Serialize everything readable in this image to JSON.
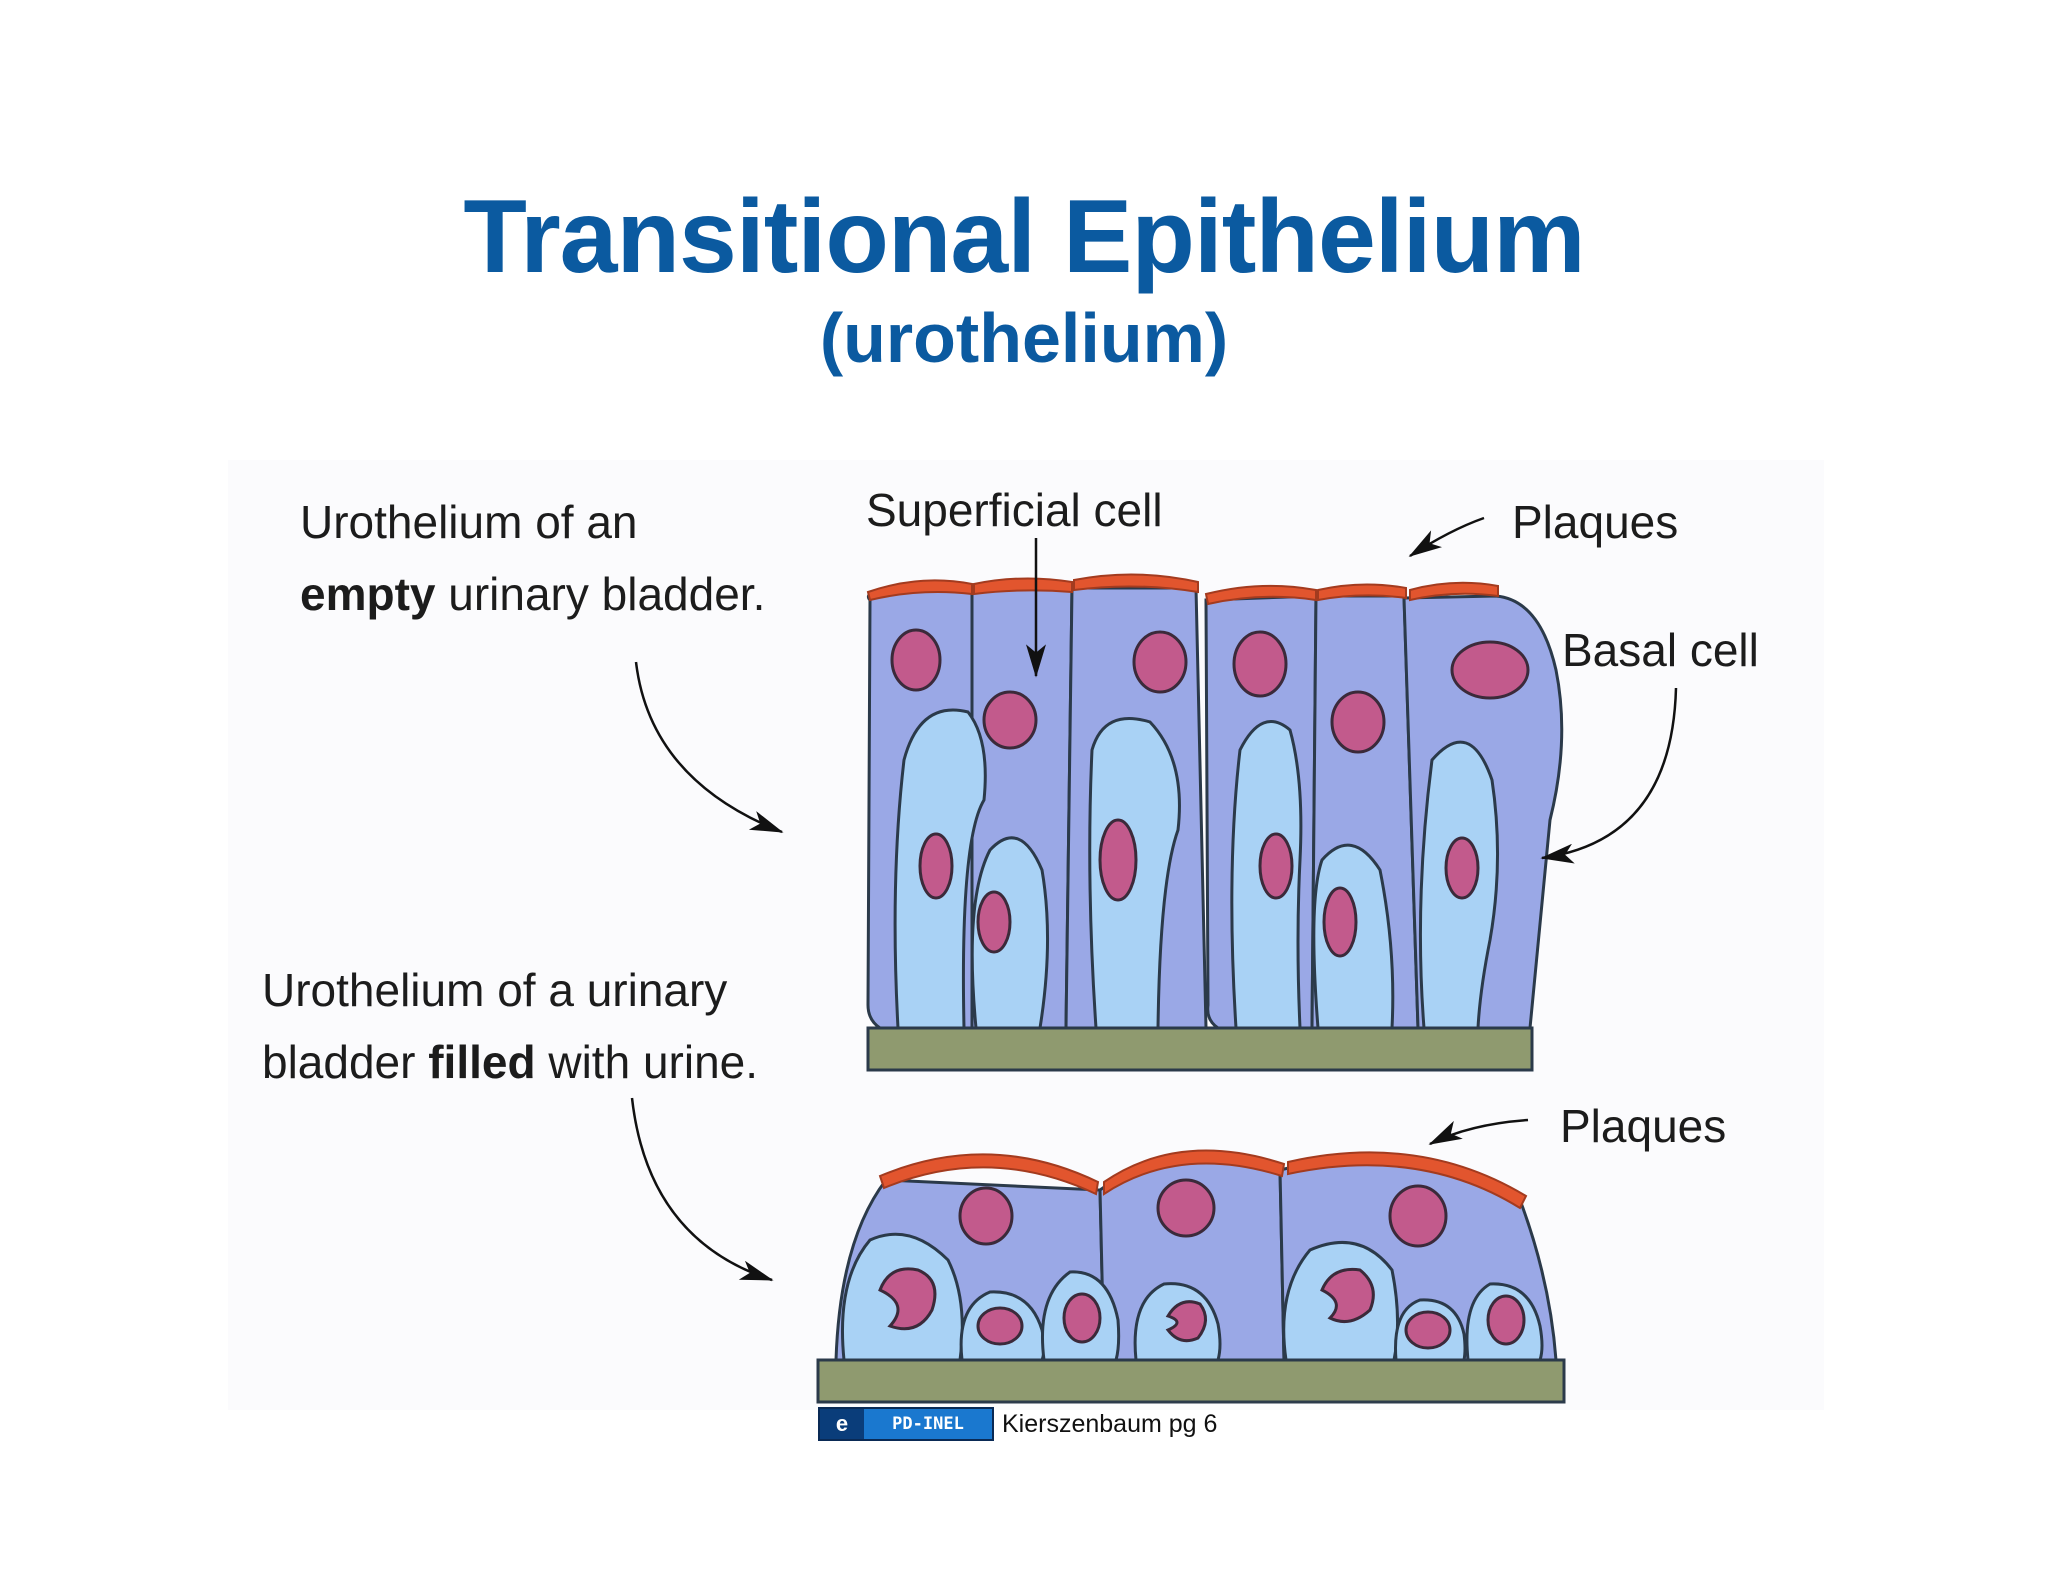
{
  "slide": {
    "title": "Transitional Epithelium",
    "subtitle": "(urothelium)"
  },
  "diagram": {
    "empty_label": {
      "line1": "Urothelium of an",
      "line2_bold": "empty",
      "line2_rest": " urinary bladder."
    },
    "filled_label": {
      "line1": "Urothelium of a urinary",
      "line2_pre": "bladder ",
      "line2_bold": "filled",
      "line2_rest": " with urine."
    },
    "superficial_cell": "Superficial cell",
    "plaques_top": "Plaques",
    "basal_cell": "Basal cell",
    "plaques_bottom": "Plaques"
  },
  "credit": {
    "badge_icon": "e",
    "badge_text": "PD-INEL",
    "source": "Kierszenbaum pg 6"
  },
  "colors": {
    "title": "#0b5aa0",
    "superficial_cell": "#9aa8e6",
    "intermediate_cell": "#a9d2f5",
    "nucleus": "#c25a8c",
    "plaque": "#e2552e",
    "basement_membrane": "#8f9a6f"
  }
}
